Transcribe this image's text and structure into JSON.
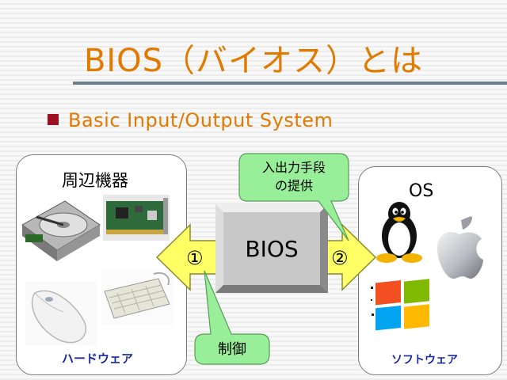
{
  "slide": {
    "title": "BIOS（バイオス）とは",
    "bullet": "Basic Input/Output System"
  },
  "hardware_panel": {
    "heading": "周辺機器",
    "footer": "ハードウェア"
  },
  "software_panel": {
    "heading": "OS",
    "footer": "ソフトウェア"
  },
  "center": {
    "label": "BIOS",
    "left_arrow_mark": "①",
    "right_arrow_mark": "②"
  },
  "callouts": {
    "top_line1": "入出力手段",
    "top_line2": "の提供",
    "bottom": "制御"
  },
  "colors": {
    "title": "#e07a00",
    "bullet_square": "#9c1024",
    "arrow_fill": "#ffff66",
    "callout_fill": "#99ee99",
    "footer_text": "#1a2a9a"
  },
  "icons": [
    "hard-disk-icon",
    "network-card-icon",
    "mouse-icon",
    "keyboard-icon",
    "tux-penguin-icon",
    "apple-logo-icon",
    "windows-logo-icon"
  ]
}
